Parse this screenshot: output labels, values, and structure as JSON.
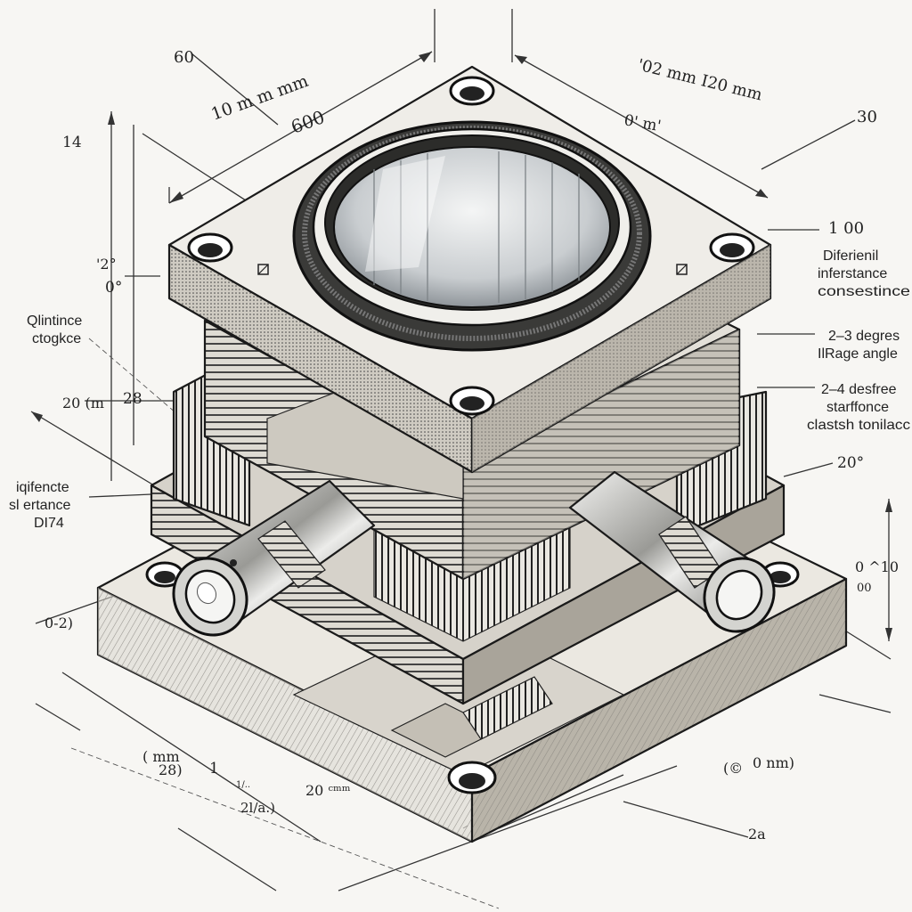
{
  "dimensions": {
    "d_60": "60",
    "d_10mm": "10 m m mm",
    "d_600": "600",
    "d_14": "14",
    "d_top_right": "'02 mm I20 mm",
    "d_0m": "0' m'",
    "d_30": "30",
    "d_100": "1 00",
    "d_2deg": "'2°",
    "d_0deg": "0°",
    "d_20m": "20 (m",
    "d_28": "28",
    "d_20deg": "20°",
    "d_0_10": "0 ^10",
    "d_00": "00",
    "d_0_2": "0-2)",
    "d_mm": "( mm",
    "d_28b": "28)",
    "d_1": "1",
    "d_2a": "2l/a.)",
    "d_20mm": "20 ᶜᵐᵐ",
    "d_0nm": "0 nm)",
    "d_paren": "(©",
    "d_28c": "2a",
    "d_tiny": "1/.."
  },
  "callouts": {
    "qlintince_1": "Qlintince",
    "qlintince_2": "ctogkce",
    "differential_1": "Diferienil",
    "differential_2": "inferstance",
    "differential_3": "consestince",
    "range_1": "2–3 degres",
    "range_2": "IlRage angle",
    "range3_1": "2–4 desfree",
    "range3_2": "starffonce",
    "range3_3": "clastsh tonilacc",
    "left_1": "iqifencte",
    "left_2": "sl ertance",
    "left_3": "DI74"
  },
  "colors": {
    "ink": "#1a1a1a",
    "paper": "#f7f6f3",
    "face_top": "#eceae4",
    "face_left": "#d8d5cd",
    "face_right": "#bdb8ae",
    "glass": "#cfd3d6",
    "red_construction": "#c44444"
  }
}
